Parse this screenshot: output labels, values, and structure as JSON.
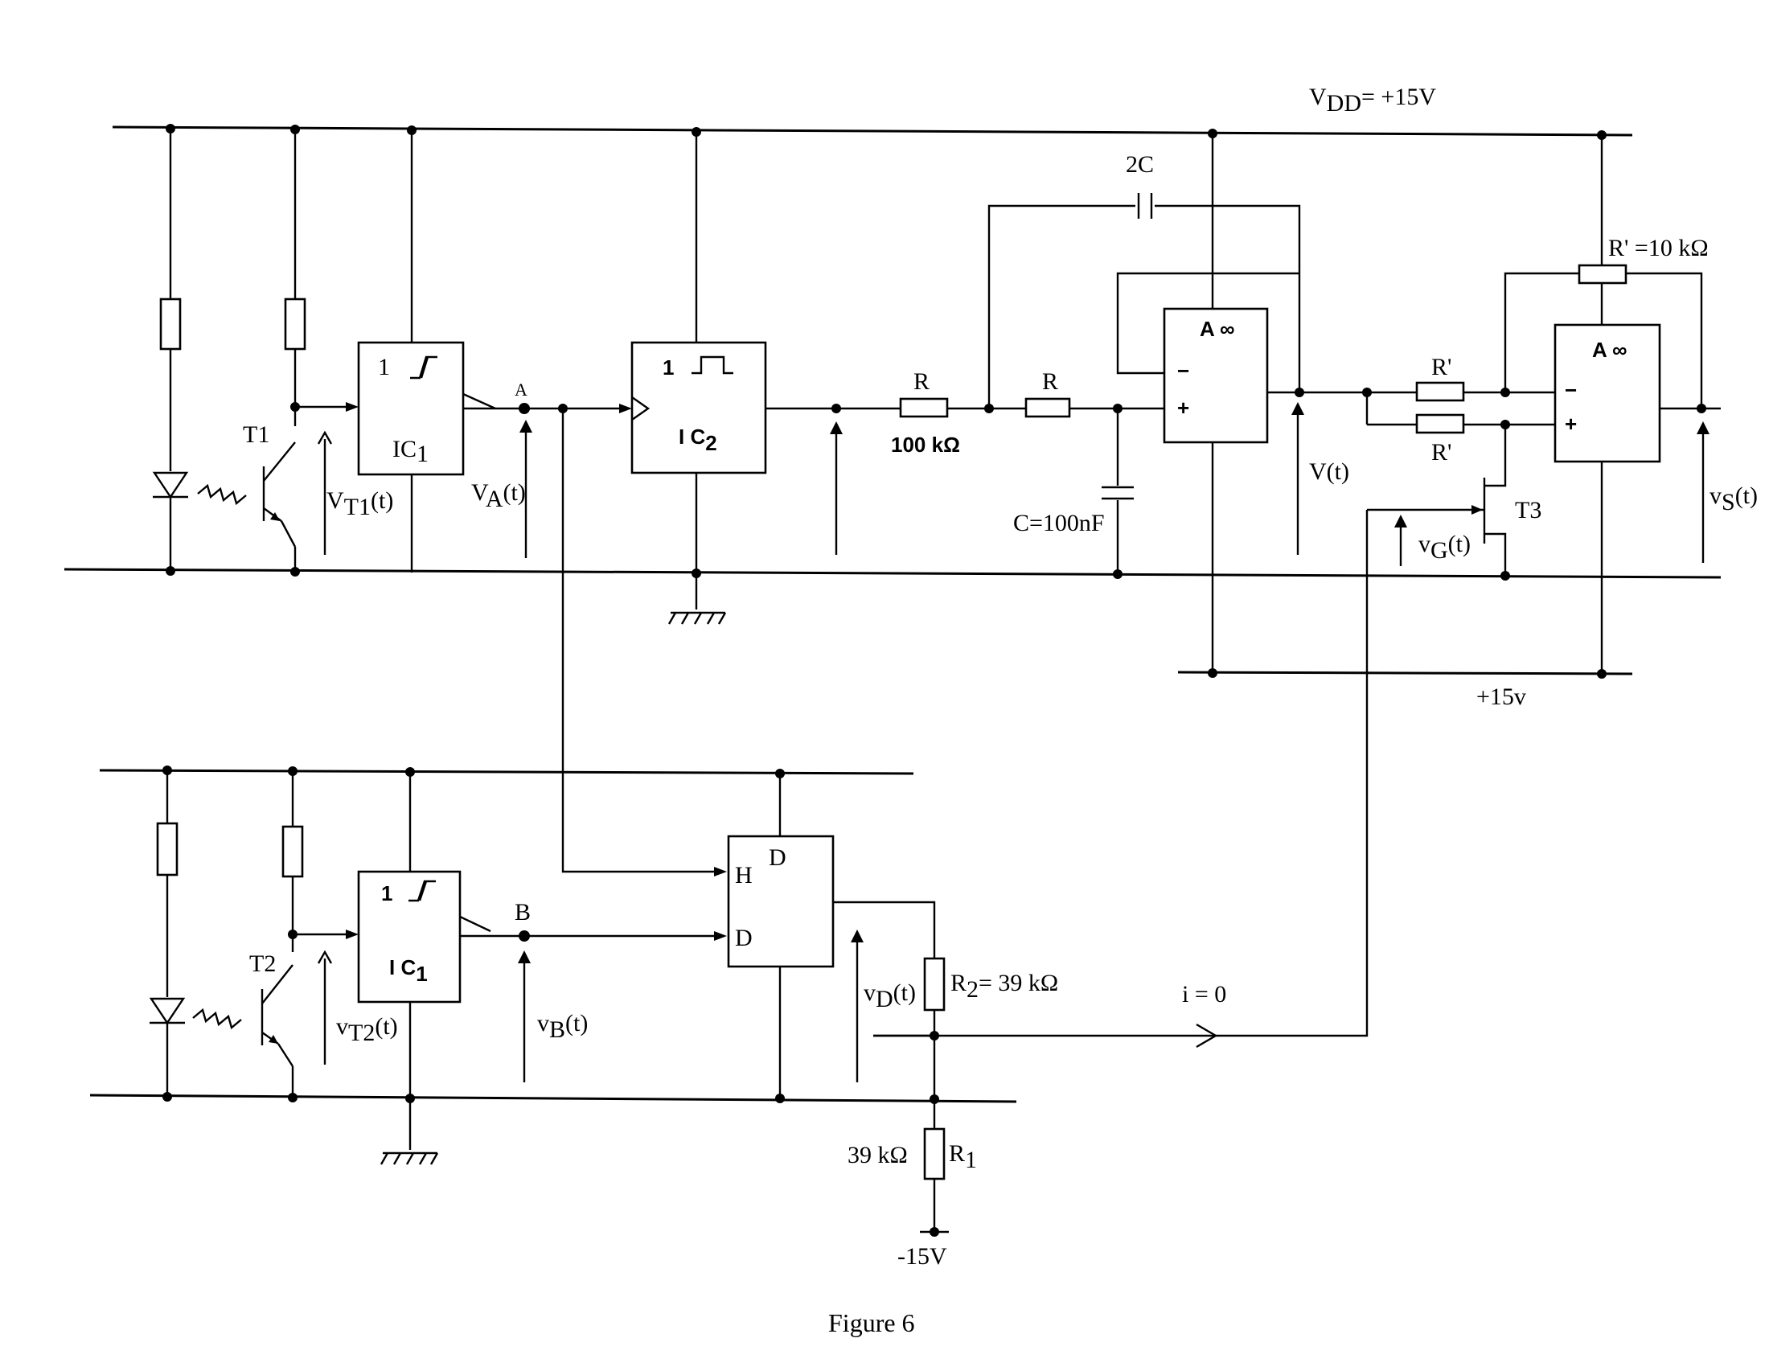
{
  "supply": {
    "vdd": "V",
    "vdd_sub": "DD",
    "vdd_value": "= +15V",
    "plus15": "+15v",
    "minus15": "-15V"
  },
  "components": {
    "T1": "T1",
    "T2": "T2",
    "T3": "T3",
    "IC1": "IC",
    "IC1_sub": "1",
    "IC2": "I C",
    "IC2_sub": "2",
    "IC1p": "I C",
    "IC1p_sub": "1",
    "schmitt_1": "1",
    "mono_1": "1",
    "opamp_label": "A ∞",
    "opamp_minus": "−",
    "opamp_plus": "+",
    "flipflop_D_top": "D",
    "flipflop_H": "H",
    "flipflop_D_in": "D",
    "R_top": "R",
    "R_100k": "100 kΩ",
    "R_second": "R",
    "cap_2C": "2C",
    "cap_C": "C=100nF",
    "R_prime_10k": "R' =10 kΩ",
    "R_prime_a": "R'",
    "R_prime_b": "R'",
    "R2": "R",
    "R2_sub": "2",
    "R2_value": "= 39 kΩ",
    "R1": "R",
    "R1_sub": "1",
    "R1_value": "39 kΩ"
  },
  "nodes": {
    "A": "A",
    "B": "B"
  },
  "signals": {
    "vT1": "V",
    "vT1_sub": "T1",
    "vT1_t": "(t)",
    "vA": "V",
    "vA_sub": "A",
    "vA_t": "(t)",
    "V": "V(t)",
    "vS": "v",
    "vS_sub": "S",
    "vS_t": "(t)",
    "vG": "v",
    "vG_sub": "G",
    "vG_t": "(t)",
    "vT2": "v",
    "vT2_sub": "T2",
    "vT2_t": "(t)",
    "vB": "v",
    "vB_sub": "B",
    "vB_t": "(t)",
    "vD": "v",
    "vD_sub": "D",
    "vD_t": "(t)",
    "i": "i = 0"
  },
  "caption": "Figure 6"
}
